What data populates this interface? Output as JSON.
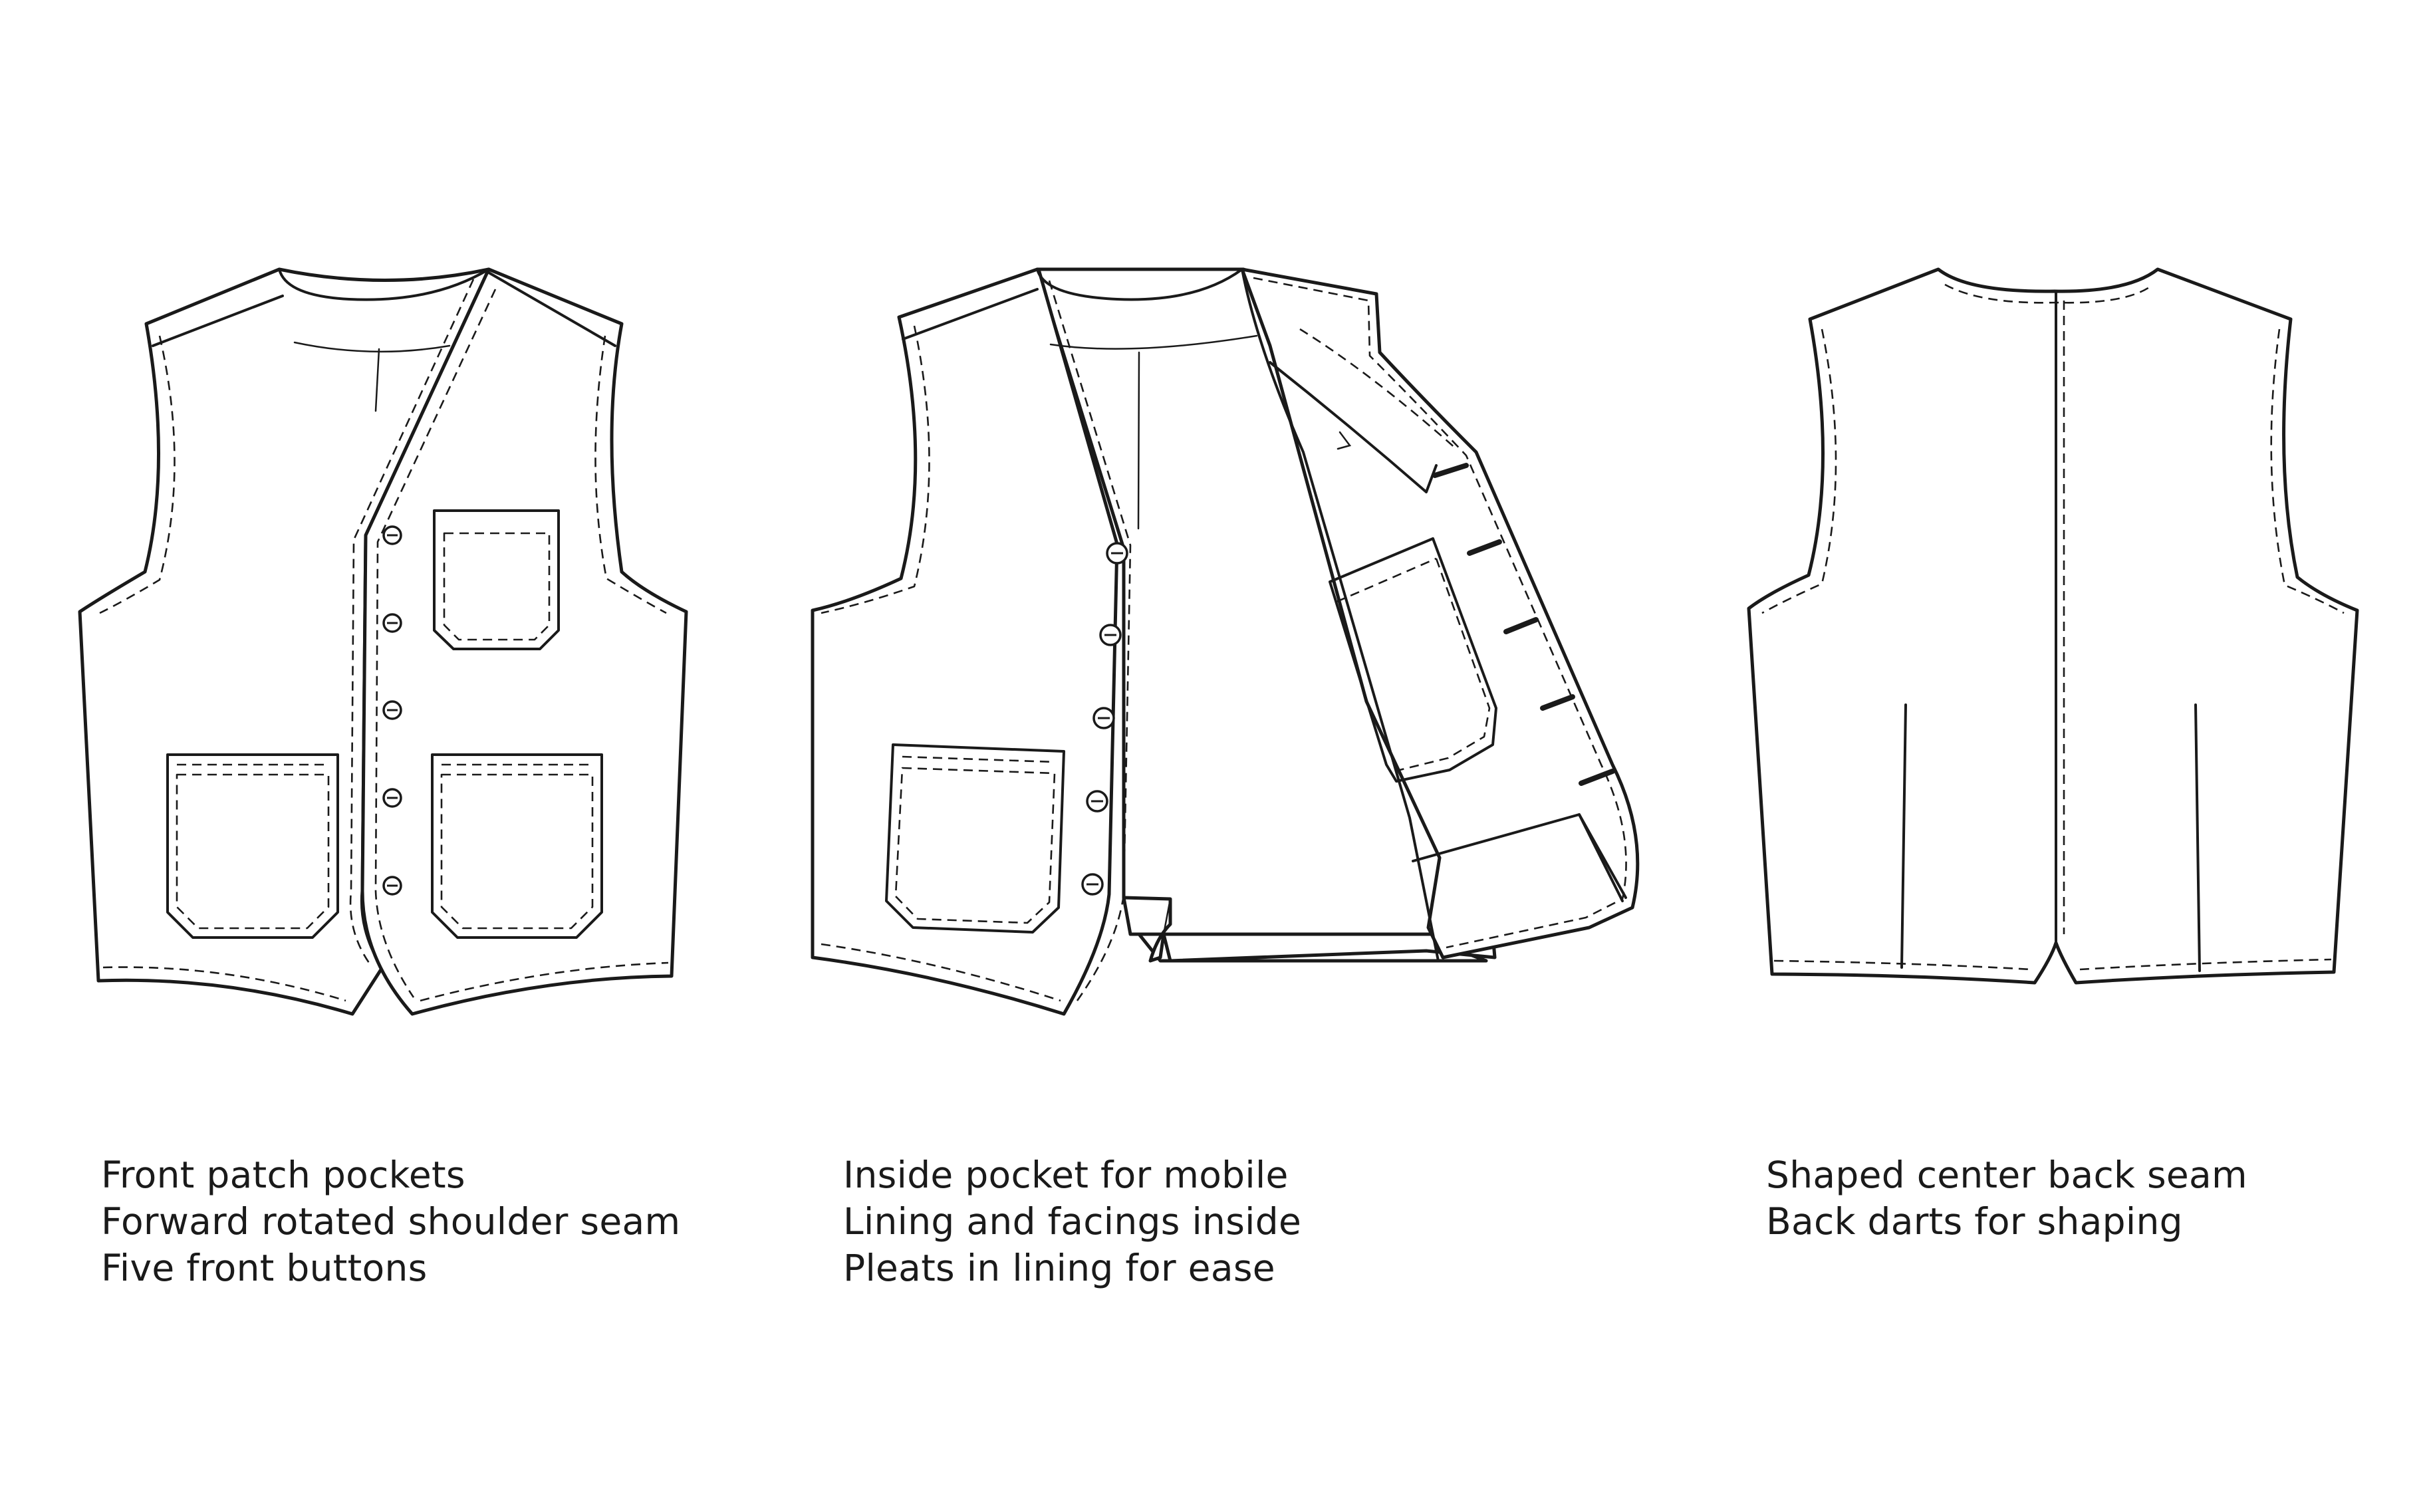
{
  "views": [
    {
      "id": "front",
      "caption": [
        "Front patch pockets",
        "Forward rotated shoulder seam",
        "Five front buttons"
      ]
    },
    {
      "id": "open",
      "caption": [
        "Inside pocket for mobile",
        "Lining and facings inside",
        "Pleats in lining for ease"
      ]
    },
    {
      "id": "back",
      "caption": [
        "Shaped center back seam",
        "Back darts for shaping"
      ]
    }
  ],
  "colors": {
    "line": "#1a1a1a",
    "background": "#ffffff"
  }
}
